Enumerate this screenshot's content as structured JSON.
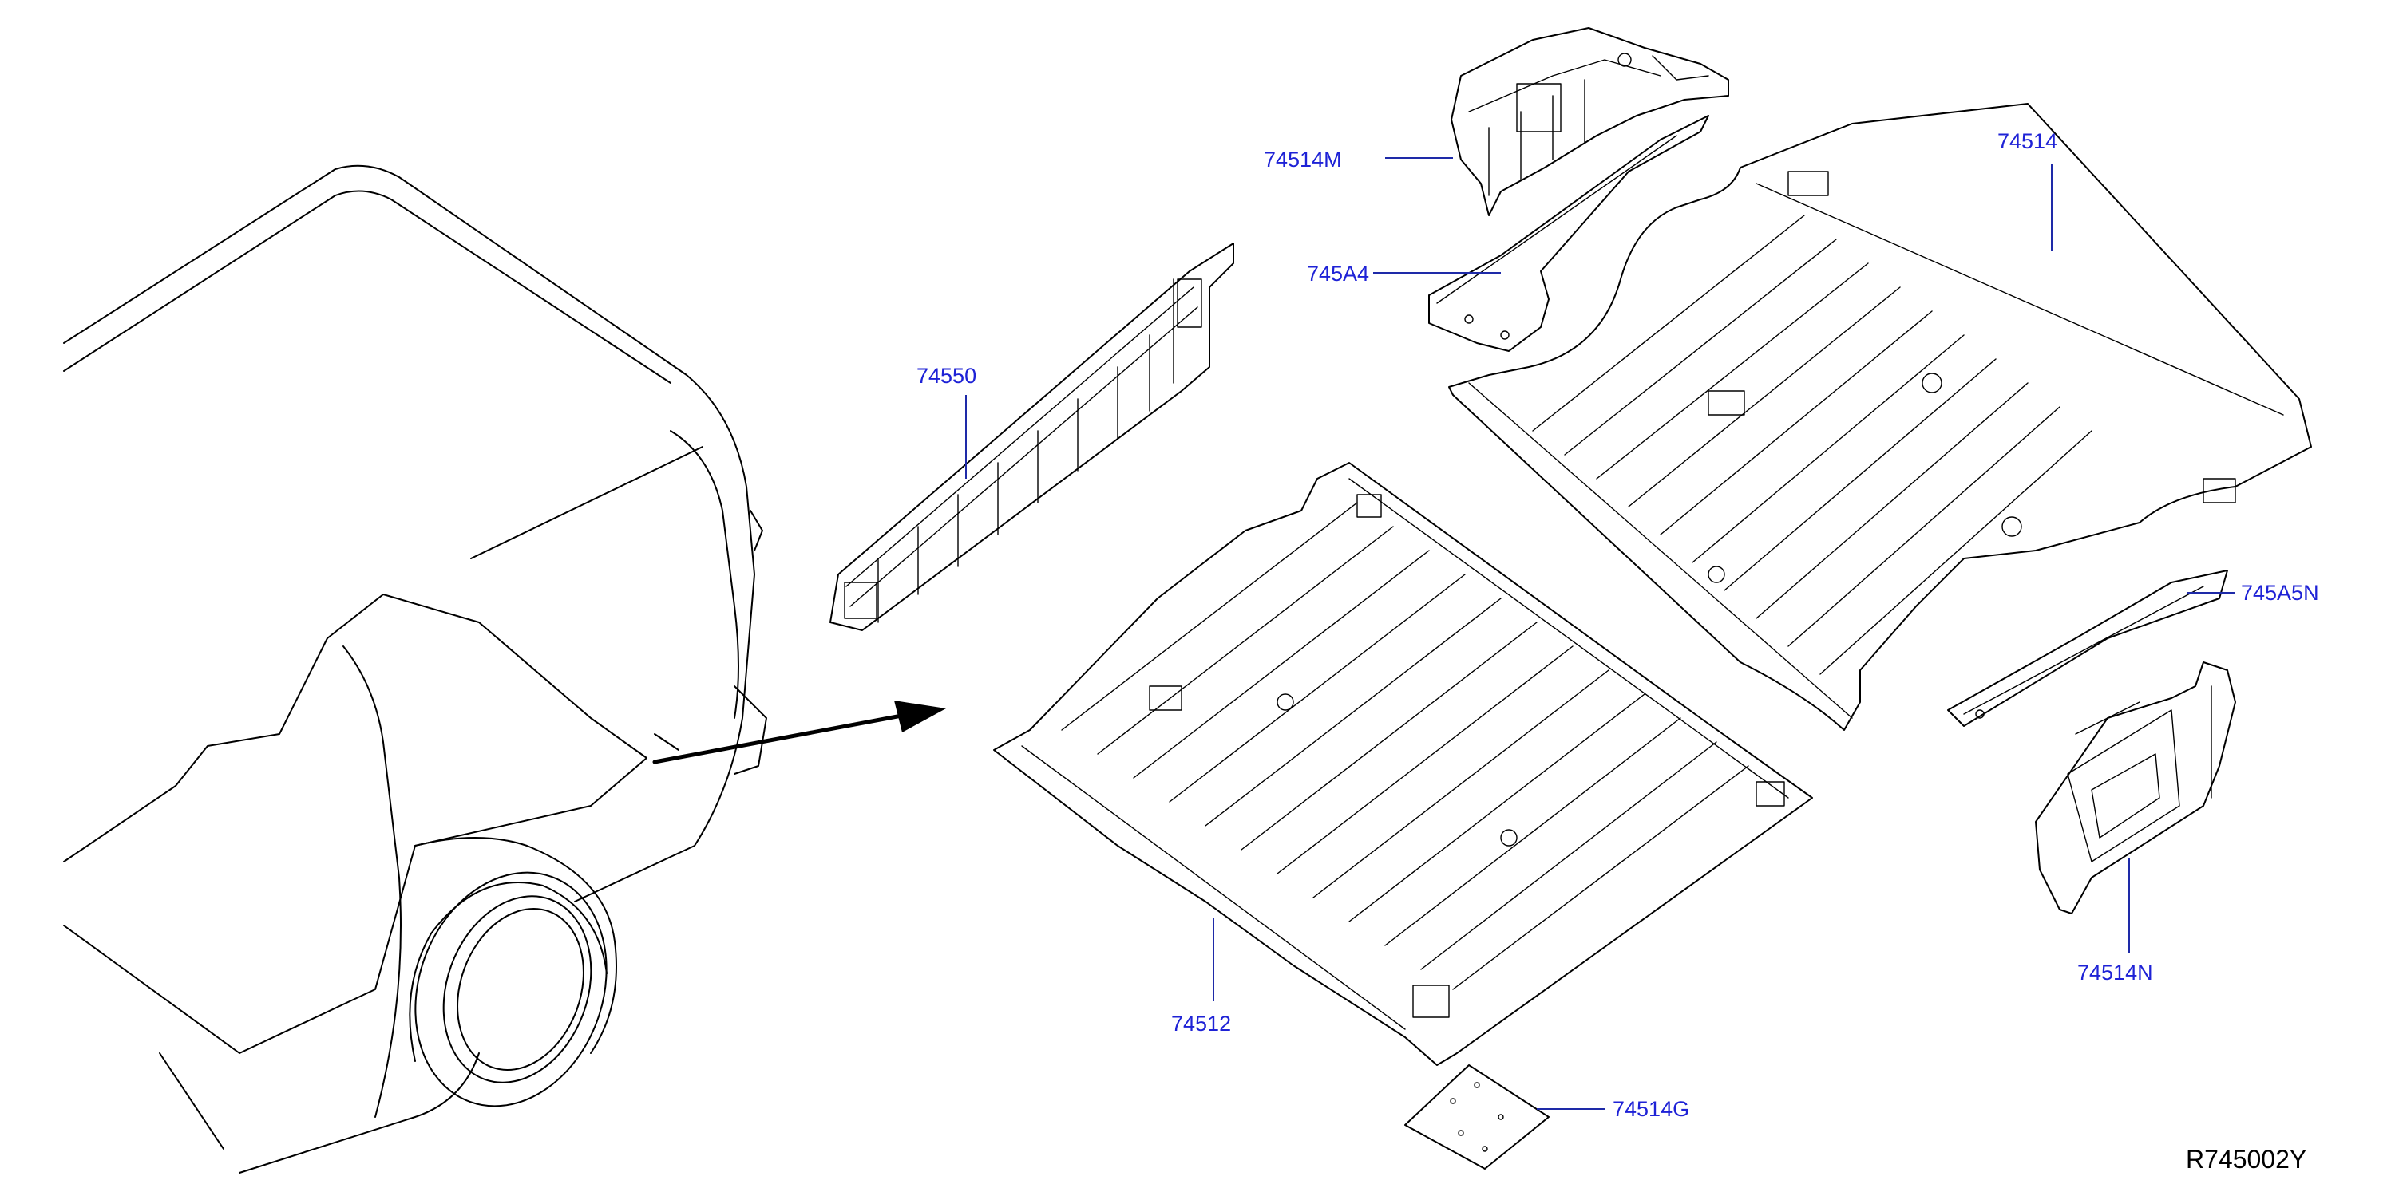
{
  "callouts": {
    "c74514M": "74514M",
    "c745A4": "745A4",
    "c74550": "74550",
    "c74514": "74514",
    "c745A5N": "745A5N",
    "c74512": "74512",
    "c74514N": "74514N",
    "c74514G": "74514G"
  },
  "reference_code": "R745002Y",
  "colors": {
    "callout_text": "#1e22d6",
    "leader_line": "#1e2aa8",
    "line_art": "#000000",
    "background": "#ffffff"
  }
}
